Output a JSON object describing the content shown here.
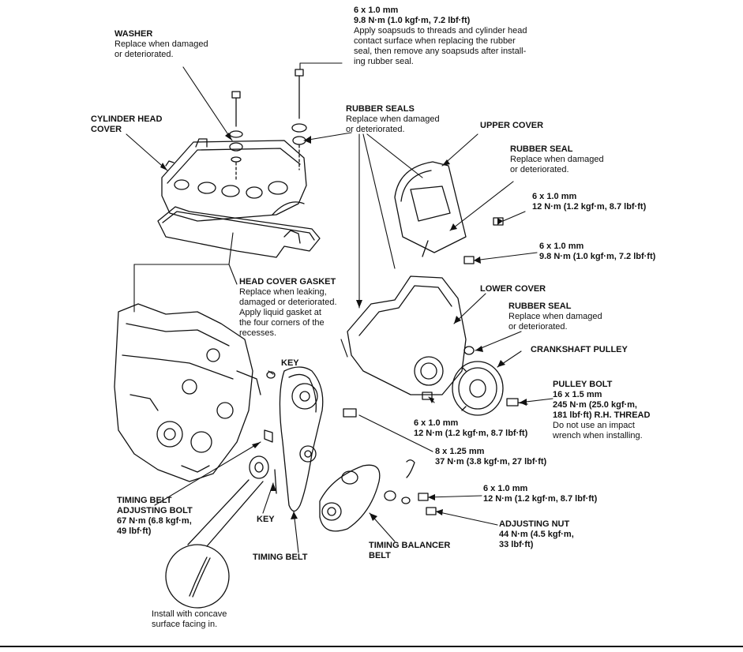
{
  "labels": {
    "top_bolt": {
      "spec": [
        "6 x 1.0 mm",
        "9.8 N·m (1.0 kgf·m, 7.2 lbf·ft)"
      ],
      "note": [
        "Apply soapsuds to threads and cylinder head",
        "contact surface when replacing the rubber",
        "seal, then remove any soapsuds after install-",
        "ing rubber seal."
      ]
    },
    "washer": {
      "title": "WASHER",
      "note": [
        "Replace when damaged",
        "or deteriorated."
      ]
    },
    "cylinder_head_cover": {
      "title": [
        "CYLINDER HEAD",
        "COVER"
      ]
    },
    "rubber_seals": {
      "title": "RUBBER SEALS",
      "note": [
        "Replace when damaged",
        "or deteriorated."
      ]
    },
    "upper_cover": {
      "title": "UPPER COVER"
    },
    "rubber_seal_upper": {
      "title": "RUBBER SEAL",
      "note": [
        "Replace when damaged",
        "or deteriorated."
      ]
    },
    "bolt_upper_1": {
      "spec": [
        "6 x 1.0 mm",
        "12 N·m (1.2 kgf·m, 8.7 lbf·ft)"
      ]
    },
    "bolt_upper_2": {
      "spec": [
        "6 x 1.0 mm",
        "9.8 N·m (1.0 kgf·m, 7.2 lbf·ft)"
      ]
    },
    "head_cover_gasket": {
      "title": "HEAD COVER GASKET",
      "note": [
        "Replace when leaking,",
        "damaged or deteriorated.",
        "Apply liquid gasket at",
        "the four corners of the",
        "recesses."
      ]
    },
    "lower_cover": {
      "title": "LOWER COVER"
    },
    "rubber_seal_lower": {
      "title": "RUBBER SEAL",
      "note": [
        "Replace when damaged",
        "or deteriorated."
      ]
    },
    "crankshaft_pulley": {
      "title": "CRANKSHAFT PULLEY"
    },
    "key_upper": {
      "title": "KEY"
    },
    "pulley_bolt": {
      "title": "PULLEY BOLT",
      "spec": [
        "16 x 1.5 mm",
        "245 N·m (25.0 kgf·m,",
        "181 lbf·ft) R.H.  THREAD"
      ],
      "note": [
        "Do not use an impact",
        "wrench when installing."
      ]
    },
    "bolt_lower_cover": {
      "spec": [
        "6 x 1.0 mm",
        "12 N·m (1.2 kgf·m, 8.7 lbf·ft)"
      ]
    },
    "bolt_8": {
      "spec": [
        "8 x 1.25 mm",
        "37 N·m (3.8 kgf·m, 27 lbf·ft)"
      ]
    },
    "bolt_tensioner": {
      "spec": [
        "6 x 1.0 mm",
        "12 N·m (1.2 kgf·m, 8.7 lbf·ft)"
      ]
    },
    "adjusting_nut": {
      "title": "ADJUSTING NUT",
      "spec": [
        "44 N·m (4.5 kgf·m,",
        "33 lbf·ft)"
      ]
    },
    "timing_belt_adjusting_bolt": {
      "title": [
        "TIMING BELT",
        "ADJUSTING BOLT"
      ],
      "spec": [
        "67 N·m (6.8 kgf·m,",
        "49 lbf·ft)"
      ]
    },
    "key_lower": {
      "title": "KEY"
    },
    "timing_belt": {
      "title": "TIMING BELT"
    },
    "timing_balancer_belt": {
      "title": [
        "TIMING BALANCER",
        "BELT"
      ]
    },
    "install_note": {
      "note": [
        "Install with concave",
        "surface facing in."
      ]
    }
  }
}
